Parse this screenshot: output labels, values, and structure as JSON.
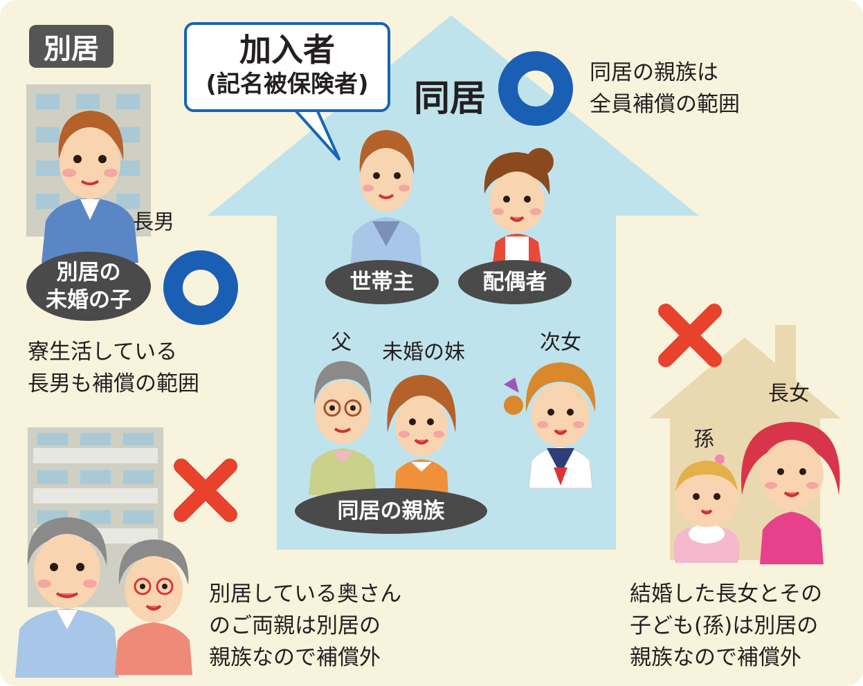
{
  "badge": "別居",
  "callout": {
    "line1": "加入者",
    "line2": "(記名被保険者)"
  },
  "cohabit_title": "同居",
  "cohabit_note": [
    "同居の親族は",
    "全員補償の範囲"
  ],
  "son": {
    "label": "長男",
    "pill": [
      "別居の",
      "未婚の子"
    ],
    "note": [
      "寮生活している",
      "長男も補償の範囲"
    ]
  },
  "householder_pill": "世帯主",
  "spouse_pill": "配偶者",
  "father_label": "父",
  "sister_label": "未婚の妹",
  "daughter2_label": "次女",
  "relatives_pill": "同居の親族",
  "parents_note": [
    "別居している奥さん",
    "のご両親は別居の",
    "親族なので補償外"
  ],
  "daughter1_label": "長女",
  "grandchild_label": "孫",
  "married_note": [
    "結婚した長女とその",
    "子ども(孫)は別居の",
    "親族なので補償外"
  ],
  "colors": {
    "background": "#f7f3dc",
    "house": "#bfe3ec",
    "house_right": "#ead9b0",
    "circle": "#1a5fb4",
    "cross": "#e8412c",
    "pill": "#4a4a4a"
  }
}
